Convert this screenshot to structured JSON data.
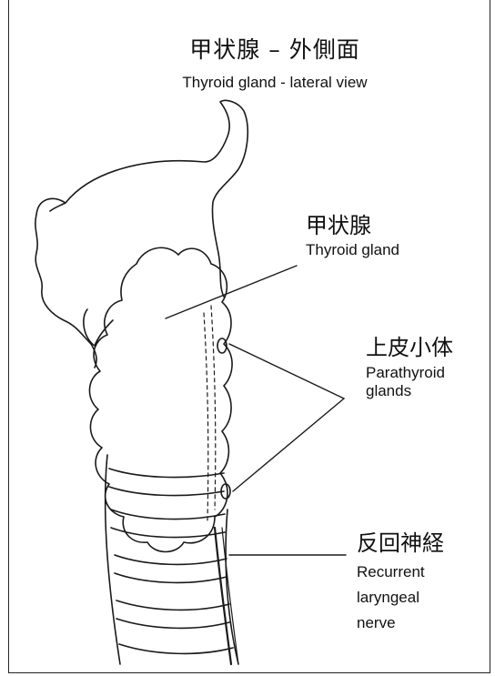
{
  "title": {
    "jp": "甲状腺 – 外側面",
    "en": "Thyroid gland - lateral view"
  },
  "labels": {
    "thyroid": {
      "jp": "甲状腺",
      "en": "Thyroid gland"
    },
    "parathyroid": {
      "jp": "上皮小体",
      "en_line1": "Parathyroid",
      "en_line2": "glands"
    },
    "recurrent_nerve": {
      "jp": "反回神経",
      "en_line1": "Recurrent",
      "en_line2": "laryngeal",
      "en_line3": "nerve"
    }
  },
  "colors": {
    "line": "#1a1a1a",
    "background": "#ffffff"
  }
}
